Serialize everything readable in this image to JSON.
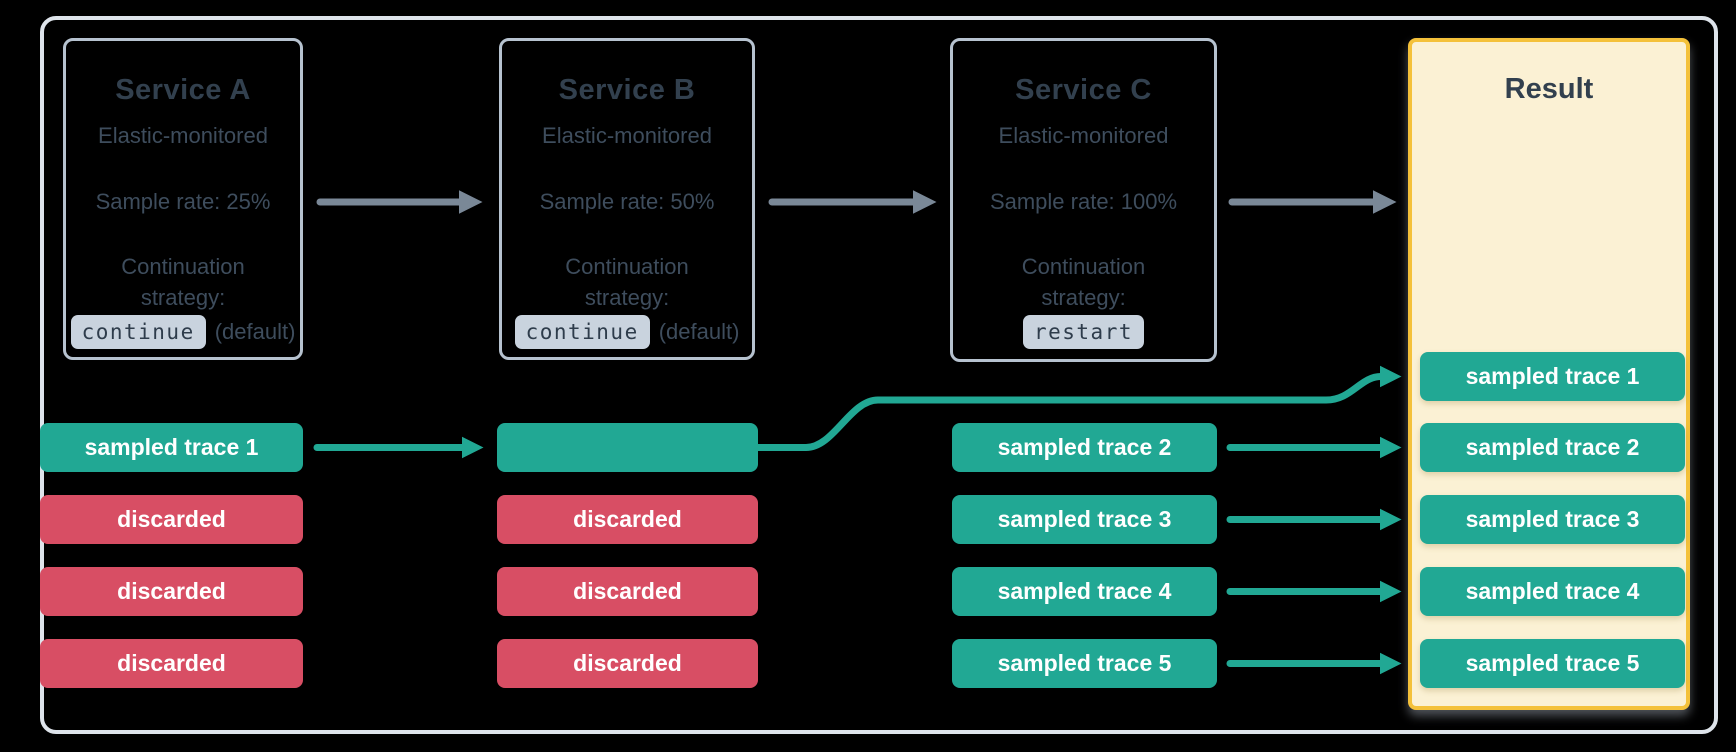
{
  "colors": {
    "teal": "#21a894",
    "red": "#d84e64",
    "arrow_gray": "#7a8897",
    "frame_border": "#dee4eb",
    "card_border": "#b6c2cf",
    "title_text": "#32404e",
    "body_text": "#3e4d5d",
    "chip_bg": "#c9d3de",
    "chip_text": "#2e3c4b",
    "result_bg": "#fbf1d4",
    "result_border": "#f4c13a"
  },
  "services": [
    {
      "title": "Service A",
      "monitoring": "Elastic-monitored",
      "sample_rate": "Sample rate: 25%",
      "strategy_line1": "Continuation",
      "strategy_line2": "strategy:",
      "strategy_value": "continue",
      "strategy_suffix": "(default)"
    },
    {
      "title": "Service B",
      "monitoring": "Elastic-monitored",
      "sample_rate": "Sample rate: 50%",
      "strategy_line1": "Continuation",
      "strategy_line2": "strategy:",
      "strategy_value": "continue",
      "strategy_suffix": "(default)"
    },
    {
      "title": "Service C",
      "monitoring": "Elastic-monitored",
      "sample_rate": "Sample rate: 100%",
      "strategy_line1": "Continuation",
      "strategy_line2": "strategy:",
      "strategy_value": "restart",
      "strategy_suffix": ""
    }
  ],
  "traces": {
    "service_a": [
      {
        "label": "sampled trace 1",
        "type": "sampled"
      },
      {
        "label": "discarded",
        "type": "discarded"
      },
      {
        "label": "discarded",
        "type": "discarded"
      },
      {
        "label": "discarded",
        "type": "discarded"
      }
    ],
    "service_b": [
      {
        "label": "",
        "type": "sampled"
      },
      {
        "label": "discarded",
        "type": "discarded"
      },
      {
        "label": "discarded",
        "type": "discarded"
      },
      {
        "label": "discarded",
        "type": "discarded"
      }
    ],
    "service_c": [
      {
        "label": "sampled trace 2",
        "type": "sampled"
      },
      {
        "label": "sampled trace 3",
        "type": "sampled"
      },
      {
        "label": "sampled trace 4",
        "type": "sampled"
      },
      {
        "label": "sampled trace 5",
        "type": "sampled"
      }
    ]
  },
  "result": {
    "title": "Result",
    "rows": [
      {
        "label": "sampled trace 1",
        "type": "sampled"
      },
      {
        "label": "sampled trace 2",
        "type": "sampled"
      },
      {
        "label": "sampled trace 3",
        "type": "sampled"
      },
      {
        "label": "sampled trace 4",
        "type": "sampled"
      },
      {
        "label": "sampled trace 5",
        "type": "sampled"
      }
    ]
  }
}
